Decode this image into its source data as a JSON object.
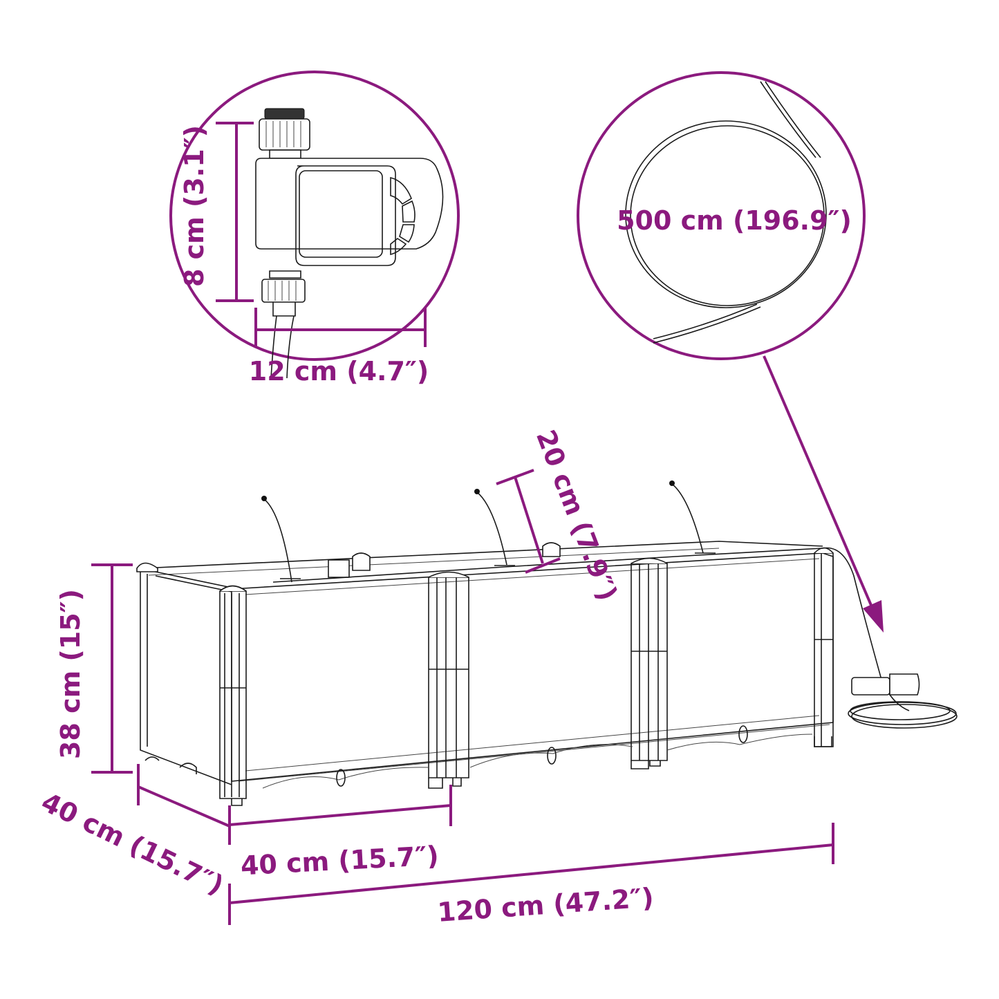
{
  "accent_color": "#8b1a7e",
  "labels": {
    "timer_height": "8 cm (3.1″)",
    "timer_width": "12 cm (4.7″)",
    "hose_length": "500 cm (196.9″)",
    "dripper_height": "20 cm (7.9″)",
    "planter_height": "38 cm (15″)",
    "planter_depth": "40 cm (15.7″)",
    "section_width": "40 cm (15.7″)",
    "planter_length": "120 cm (47.2″)"
  }
}
